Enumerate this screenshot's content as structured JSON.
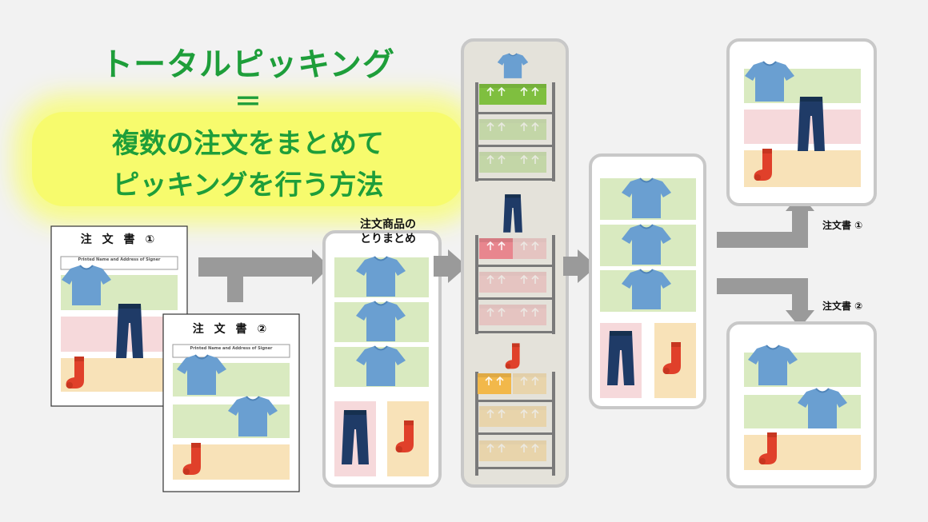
{
  "title": {
    "line1": "トータルピッキング",
    "line2": "＝",
    "line3": "複数の注文をまとめて",
    "line4": "ピッキングを行う方法"
  },
  "labels": {
    "order_sheet_1": "注 文 書 ①",
    "order_sheet_2": "注 文 書 ②",
    "order_sheet_sub": "Printed Name and Address of Signer",
    "collection": "注文商品の\nとりまとめ",
    "output_1": "注文書 ①",
    "output_2": "注文書 ②"
  },
  "icons": [
    "tshirt-icon",
    "pants-icon",
    "sock-icon",
    "cardboard-box-icon",
    "arrow-right-icon",
    "shelf-rack-icon"
  ],
  "colors": {
    "title_green": "#1e9e3a",
    "highlight": "#f7fb6d",
    "shirt": "#6a9fd1",
    "pants": "#1f3b67",
    "sock": "#e0402a",
    "zone_green": "#d9eac0",
    "zone_pink": "#f6d9db",
    "zone_orange": "#f8e2b8",
    "arrow": "#9a9a9a"
  }
}
